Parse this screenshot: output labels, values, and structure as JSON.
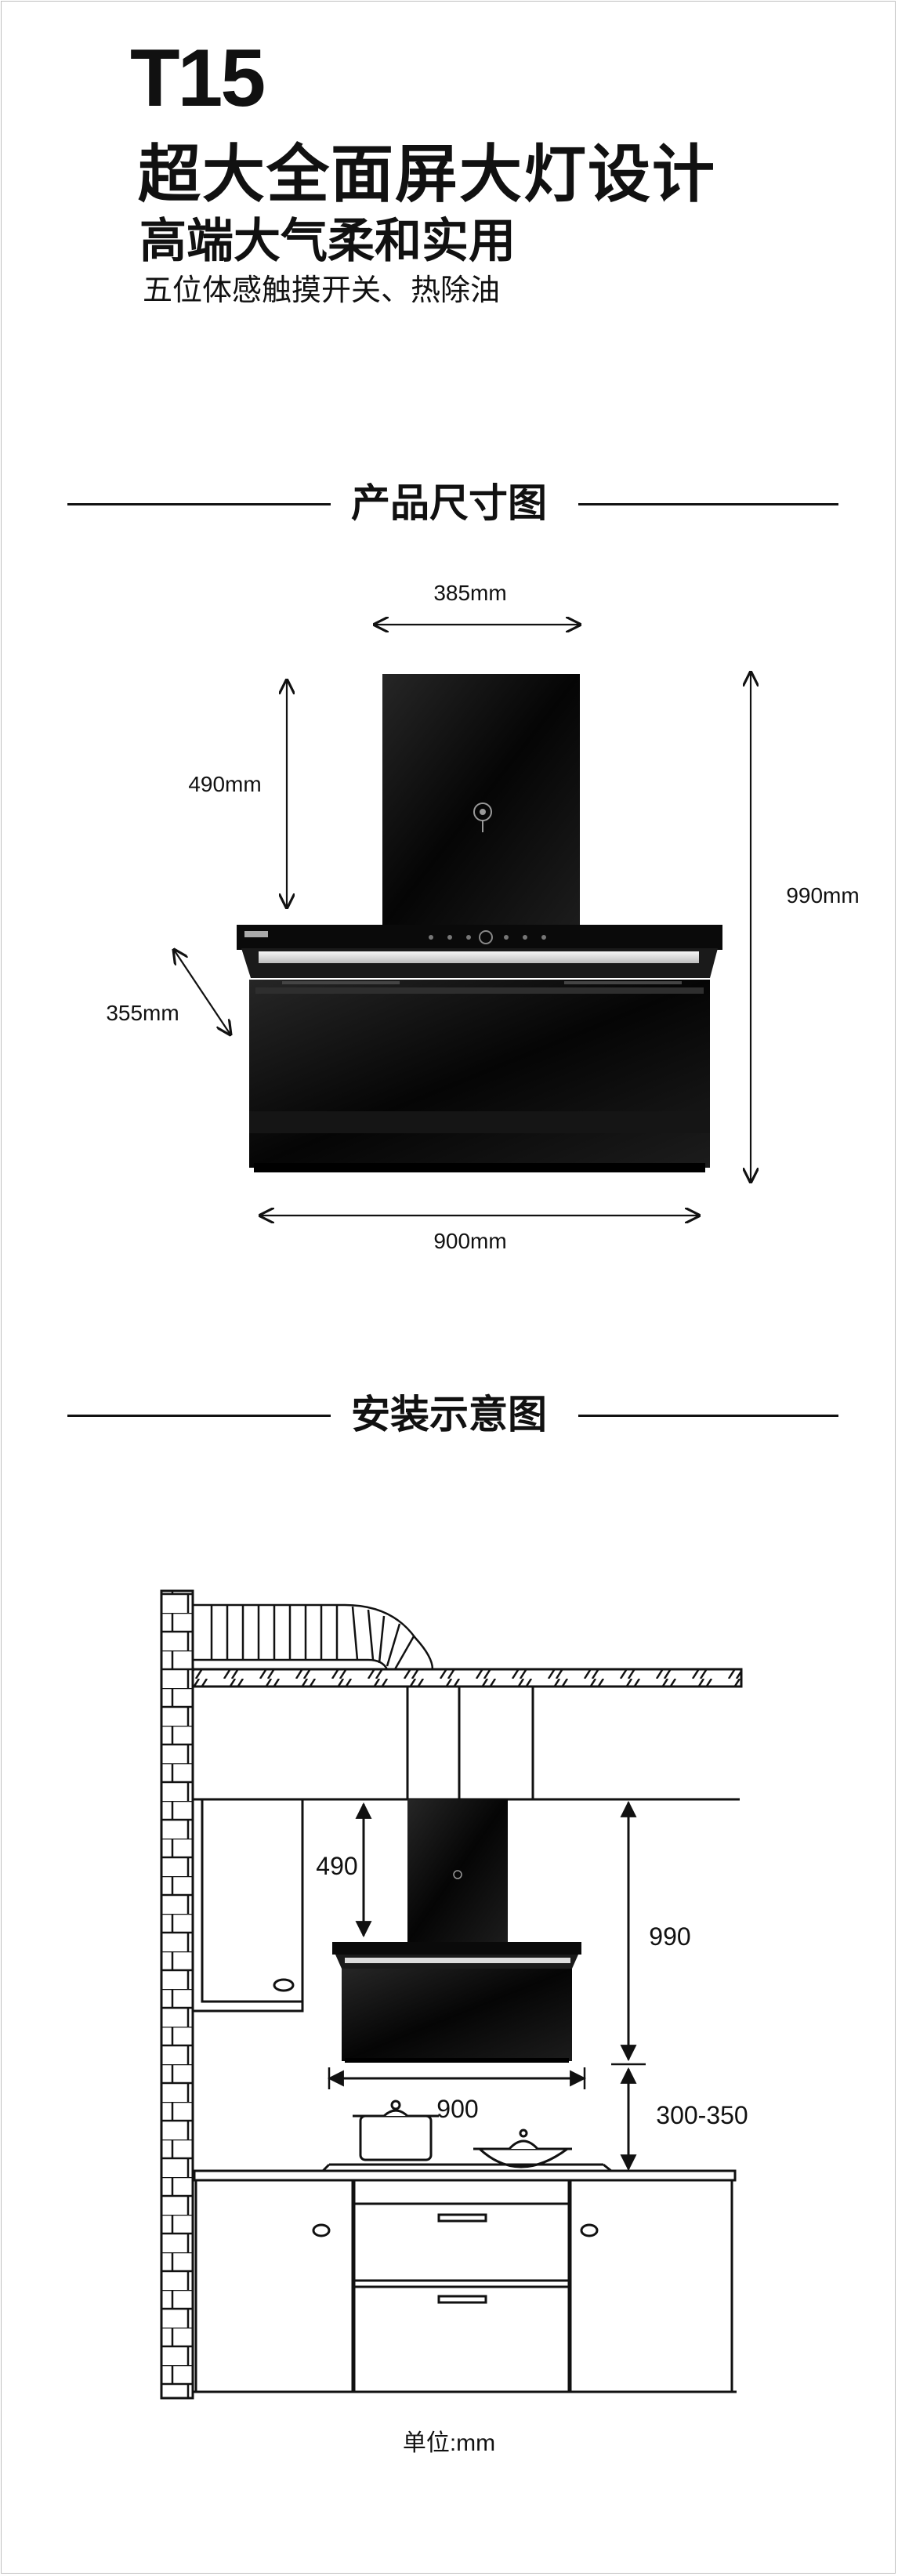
{
  "header": {
    "model": "T15",
    "headline": "超大全面屏大灯设计",
    "subheadline": "高端大气柔和实用",
    "feature": "五位体感触摸开关、热除油"
  },
  "sections": {
    "dimensions_title": "产品尺寸图",
    "install_title": "安装示意图"
  },
  "product_dimensions": {
    "chimney_width": "385mm",
    "chimney_height": "490mm",
    "total_height": "990mm",
    "depth": "355mm",
    "width": "900mm"
  },
  "install_dimensions": {
    "chimney_height": "490",
    "total_height": "990",
    "width": "900",
    "stove_gap": "300-350"
  },
  "footer": {
    "unit_label": "单位:mm"
  }
}
